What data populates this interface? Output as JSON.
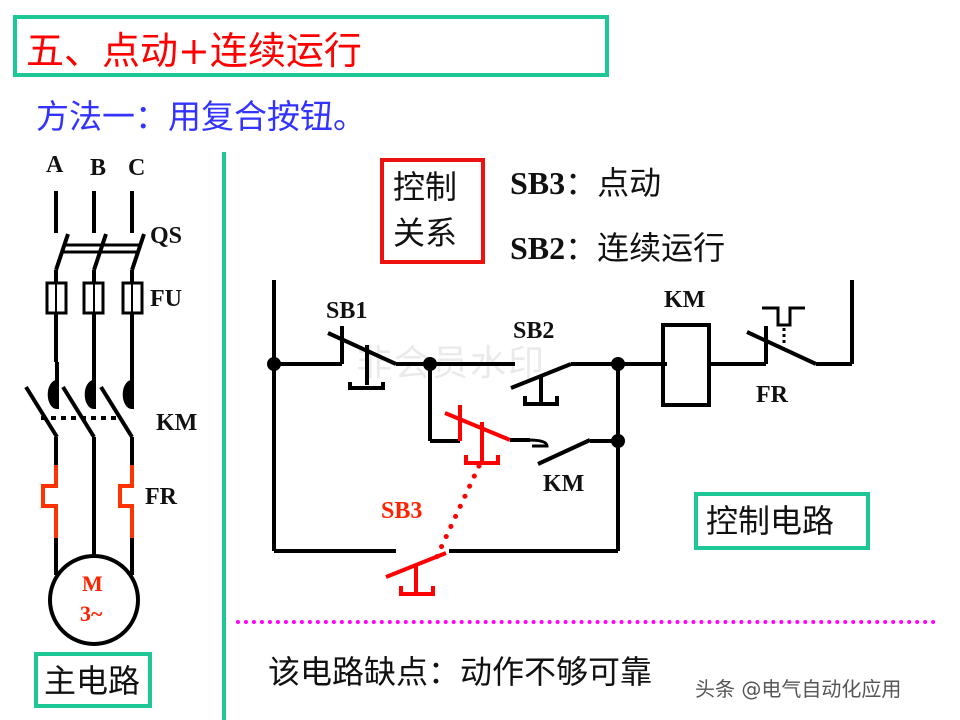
{
  "slide": {
    "title": "五、点动+连续运行",
    "subtitle": "方法一：用复合按钮。",
    "accent_color": "#1ec896",
    "title_color": "#ff0000",
    "subtitle_color": "#3333ff"
  },
  "main_circuit": {
    "phases": [
      "A",
      "B",
      "C"
    ],
    "labels": {
      "switch": "QS",
      "fuse": "FU",
      "contactor": "KM",
      "thermal_relay": "FR"
    },
    "motor": {
      "line1": "M",
      "line2": "3~"
    },
    "caption": "主电路"
  },
  "control_relation": {
    "box_label_line1": "控制",
    "box_label_line2": "关系",
    "items": [
      {
        "button": "SB3",
        "separator": "：",
        "function": "点动"
      },
      {
        "button": "SB2",
        "separator": "：",
        "function": "连续运行"
      }
    ]
  },
  "control_circuit": {
    "labels": {
      "stop_button": "SB1",
      "start_button": "SB2",
      "coil": "KM",
      "thermal_contact": "FR",
      "aux_contact": "KM",
      "jog_button": "SB3"
    },
    "caption": "控制电路"
  },
  "conclusion": {
    "text": "该电路缺点：动作不够可靠"
  },
  "watermarks": {
    "center": "非会员水印",
    "source": "头条 @电气自动化应用"
  }
}
